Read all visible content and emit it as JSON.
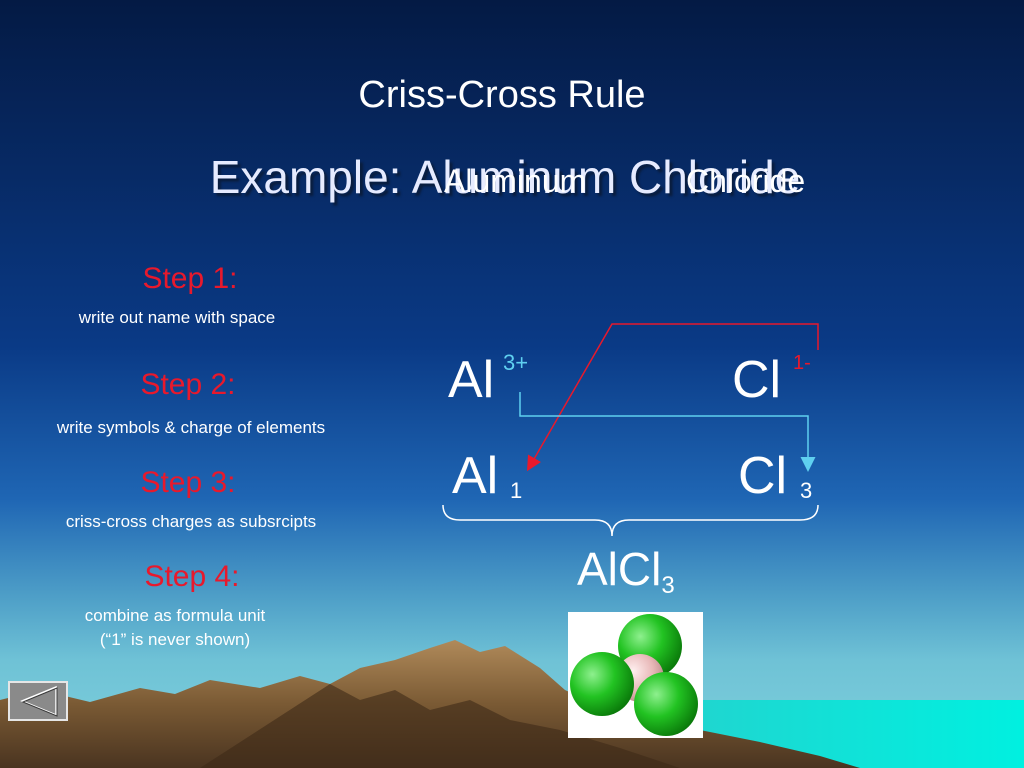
{
  "slide": {
    "title": "Criss-Cross Rule",
    "subtitle": "Example:  Aluminum Chloride",
    "ghost_name_1": "Aluminum",
    "ghost_name_2": "Chloride"
  },
  "steps": [
    {
      "label": "Step 1:",
      "desc": "write out name with space"
    },
    {
      "label": "Step 2:",
      "desc": "write symbols & charge of elements"
    },
    {
      "label": "Step 3:",
      "desc": "criss-cross charges as subsrcipts"
    },
    {
      "label": "Step 4:",
      "desc_line1": "combine as formula unit",
      "desc_line2": "(“1” is never shown)"
    }
  ],
  "symbols": {
    "al": "Al",
    "cl": "Cl",
    "al_charge": "3+",
    "cl_charge": "1-",
    "al_sub": "1",
    "cl_sub": "3"
  },
  "formula": {
    "base": "AlCl",
    "sub": "3"
  },
  "colors": {
    "accent_red": "#e8192c",
    "accent_cyan": "#5fd0f0",
    "chlorine_green": "#22c322",
    "aluminum_pink": "#e8b8b8"
  },
  "icons": {
    "nav": "back-triangle-icon",
    "molecule": "molecule-model-icon"
  }
}
